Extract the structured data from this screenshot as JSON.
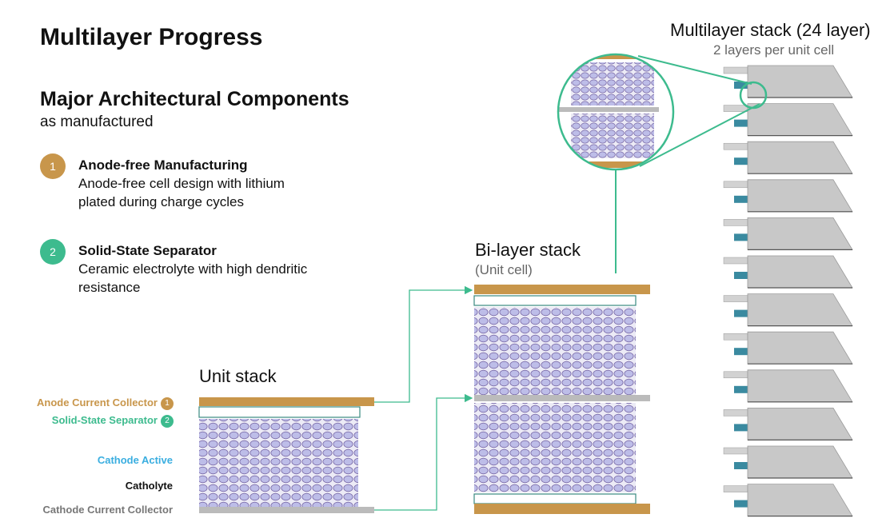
{
  "title": "Multilayer Progress",
  "components": {
    "heading": "Major Architectural Components",
    "subheading": "as manufactured",
    "items": [
      {
        "number": "1",
        "title": "Anode-free Manufacturing",
        "description": "Anode-free cell design with lithium plated during charge cycles",
        "color": "#c8964b"
      },
      {
        "number": "2",
        "title": "Solid-State Separator",
        "description": "Ceramic electrolyte with high dendritic resistance",
        "color": "#3dbb8e"
      }
    ]
  },
  "unit_stack": {
    "title": "Unit stack",
    "labels": {
      "anode": "Anode Current Collector",
      "separator": "Solid-State Separator",
      "cathode_active": "Cathode Active",
      "catholyte": "Catholyte",
      "cathode_collector": "Cathode Current Collector"
    },
    "label_colors": {
      "anode": "#c8964b",
      "separator": "#3dbb8e",
      "cathode_active": "#3aaee0",
      "catholyte": "#111111",
      "cathode_collector": "#777777"
    },
    "anode_badge": "1",
    "separator_badge": "2"
  },
  "bilayer_stack": {
    "title": "Bi-layer stack",
    "subtitle": "(Unit cell)"
  },
  "multilayer_stack": {
    "title": "Multilayer stack (24 layer)",
    "subtitle": "2 layers per unit cell",
    "plate_count": 12
  },
  "colors": {
    "anode": "#c8964b",
    "separator_stroke": "#3a8a80",
    "connector": "#3dbb8e",
    "collector": "#bbbbbb",
    "plate": "#c8c8c8",
    "tab": "#3a8aa0",
    "particle_fill": "#bdbde8",
    "particle_stroke": "#7a6aa8"
  }
}
